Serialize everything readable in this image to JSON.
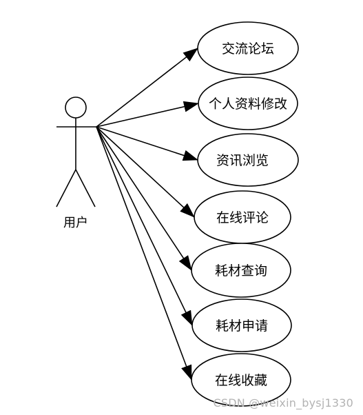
{
  "actor": {
    "label": "用户"
  },
  "use_cases": [
    {
      "label": "交流论坛"
    },
    {
      "label": "个人资料修改"
    },
    {
      "label": "资讯浏览"
    },
    {
      "label": "在线评论"
    },
    {
      "label": "耗材查询"
    },
    {
      "label": "耗材申请"
    },
    {
      "label": "在线收藏"
    }
  ],
  "watermark": "CSDN @weixin_bysj1330"
}
